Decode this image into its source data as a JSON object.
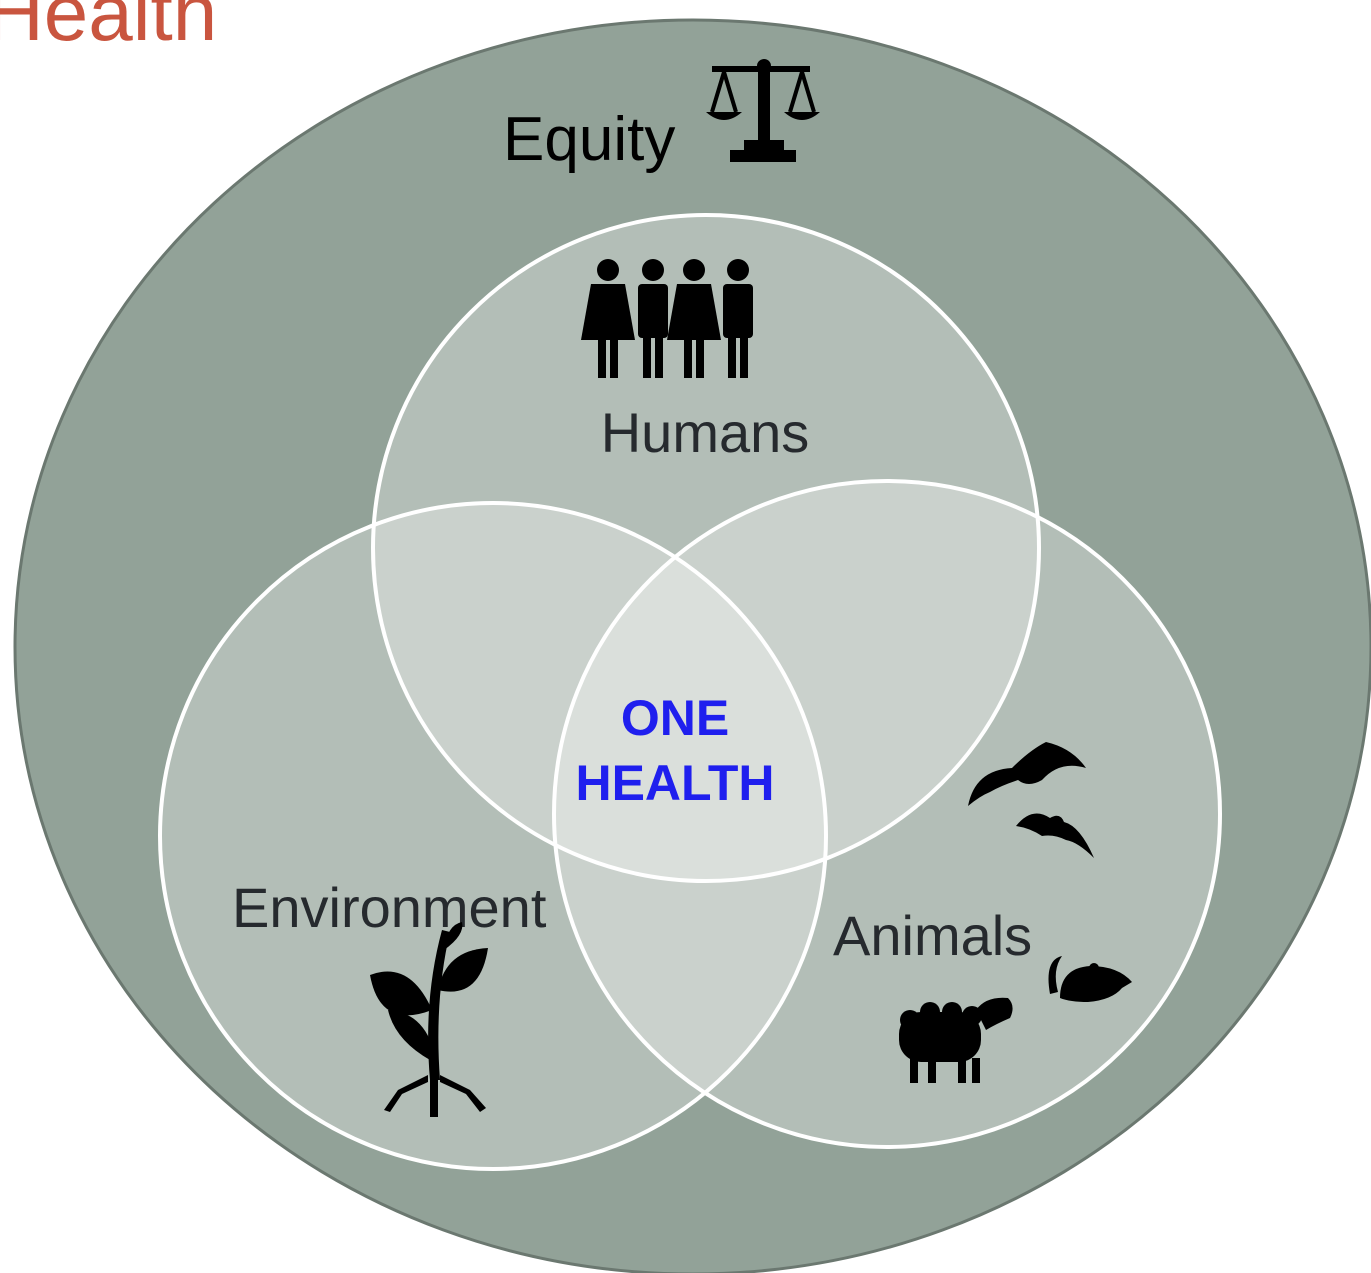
{
  "title_fragment": "Health",
  "outer_label": "Equity",
  "circles": {
    "humans": "Humans",
    "environment": "Environment",
    "animals": "Animals"
  },
  "center": {
    "line1": "ONE",
    "line2": "HEALTH"
  },
  "colors": {
    "title": "#c9553f",
    "outer_fill": "#92a298",
    "outer_stroke": "#6b7870",
    "circle_fill": "#ffffff",
    "circle_stroke": "#ffffff",
    "label_text": "#262a2e",
    "center_text": "#1f1fee",
    "icon": "#000000"
  },
  "icons": [
    "scales-icon",
    "people-icon",
    "plant-icon",
    "bat-icon",
    "bat-icon",
    "rat-icon",
    "sheep-icon"
  ]
}
